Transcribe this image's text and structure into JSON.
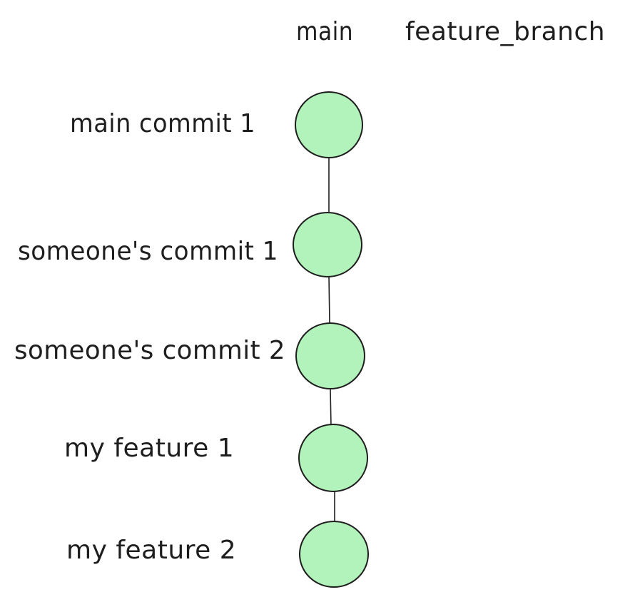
{
  "branches": [
    {
      "id": "main",
      "label": "main"
    },
    {
      "id": "feature_branch",
      "label": "feature_branch"
    }
  ],
  "commits": [
    {
      "id": "main-commit-1",
      "label": "main commit 1",
      "branch": "main"
    },
    {
      "id": "someones-commit-1",
      "label": "someone's commit 1",
      "branch": "main"
    },
    {
      "id": "someones-commit-2",
      "label": "someone's commit 2",
      "branch": "main"
    },
    {
      "id": "my-feature-1",
      "label": "my feature 1",
      "branch": "main"
    },
    {
      "id": "my-feature-2",
      "label": "my feature 2",
      "branch": "main"
    }
  ],
  "colors": {
    "node_fill": "#b2f2bb",
    "stroke": "#1e1e1e",
    "text": "#1e1e1e",
    "background": "#ffffff"
  }
}
